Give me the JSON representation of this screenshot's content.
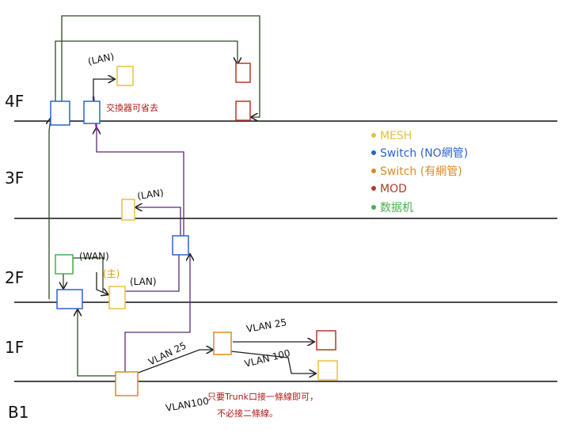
{
  "floors": [
    "4F",
    "3F",
    "2F",
    "1F",
    "B1"
  ],
  "legend": [
    {
      "label": "MESH",
      "color": "#e8c23a",
      "icon": "mesh-dot"
    },
    {
      "label": "Switch (NO網管)",
      "color": "#2b63c9",
      "icon": "switch-unmanaged-dot"
    },
    {
      "label": "Switch (有網管)",
      "color": "#d98a28",
      "icon": "switch-managed-dot"
    },
    {
      "label": "MOD",
      "color": "#b23a26",
      "icon": "mod-dot"
    },
    {
      "label": "数据机",
      "color": "#4caf50",
      "icon": "modem-dot"
    }
  ],
  "labels": {
    "lan_4f": "(LAN)",
    "lan_3f": "(LAN)",
    "wan_2f": "(WAN)",
    "router_2f": "(主)",
    "lan_2f": "(LAN)",
    "vlan25_a": "VLAN 25",
    "vlan25_b": "VLAN 25",
    "vlan100_a": "VLAN 100",
    "vlan100_b": "VLAN100"
  },
  "notes": {
    "switch_optional": "交換器可省去",
    "trunk_line1": "只要Trunk口接一條線即可，",
    "trunk_line2": "不必接二條線。"
  },
  "colors": {
    "mesh": "#e8c23a",
    "switch_unmanaged": "#2b63c9",
    "switch_managed": "#d98a28",
    "mod": "#b23a26",
    "modem": "#4caf50",
    "cable_green": "#2f4a2a",
    "cable_purple": "#5a2a7a",
    "note_red": "#b01818"
  }
}
